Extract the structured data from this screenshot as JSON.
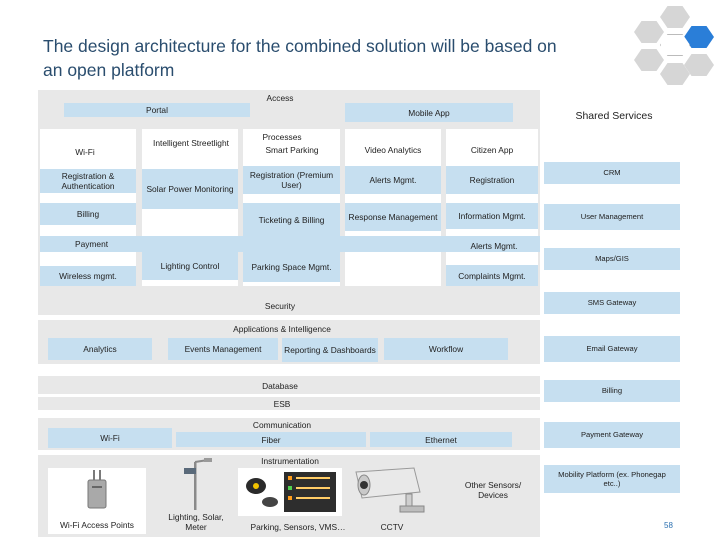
{
  "title": "The design architecture for the combined solution will be based on an open platform",
  "page_number": "58",
  "colors": {
    "band": "#e8e8e8",
    "box": "#c6dff0",
    "title": "#2a4d6e",
    "hex_accent": "#2a7ed8",
    "hex_gray": "#d6d6d6"
  },
  "hex_icons": [
    "hex-top",
    "hex-left-1",
    "hex-right-accent",
    "hex-center-icon",
    "hex-left-2",
    "hex-right-2",
    "hex-bottom"
  ],
  "diagram": {
    "access": {
      "title": "Access",
      "portal": "Portal",
      "mobile_app": "Mobile App",
      "wifi": "Wi-Fi",
      "registration_auth": "Registration & Authentication",
      "billing": "Billing",
      "payment": "Payment",
      "wireless_mgmt": "Wireless mgmt.",
      "intelligent_streetlight": "Intelligent Streetlight",
      "solar_power": "Solar Power Monitoring",
      "lighting_control": "Lighting Control",
      "processes": "Processes",
      "smart_parking": "Smart Parking",
      "registration_premium": "Registration (Premium User)",
      "ticketing_billing": "Ticketing & Billing",
      "parking_space": "Parking Space Mgmt.",
      "video_analytics": "Video Analytics",
      "alerts_mgmt_1": "Alerts Mgmt.",
      "response_mgmt": "Response Management",
      "citizen_app": "Citizen App",
      "registration": "Registration",
      "information_mgmt": "Information Mgmt.",
      "alerts_mgmt_2": "Alerts Mgmt.",
      "complaints_mgmt": "Complaints Mgmt."
    },
    "security": "Security",
    "applications": {
      "title": "Applications & Intelligence",
      "analytics": "Analytics",
      "events_mgmt": "Events Management",
      "reporting": "Reporting & Dashboards",
      "workflow": "Workflow"
    },
    "database": "Database",
    "esb": "ESB",
    "communication": {
      "title": "Communication",
      "wifi": "Wi-Fi",
      "fiber": "Fiber",
      "ethernet": "Ethernet"
    },
    "instrumentation": {
      "title": "Instrumentation",
      "wifi_access_points": "Wi-Fi Access Points",
      "lighting": "Lighting, Solar, Meter",
      "parking": "Parking, Sensors, VMS…",
      "cctv": "CCTV",
      "other_sensors": "Other Sensors/ Devices"
    }
  },
  "shared_services": {
    "title": "Shared Services",
    "items": [
      "CRM",
      "User Management",
      "Maps/GIS",
      "SMS Gateway",
      "Email Gateway",
      "Billing",
      "Payment Gateway",
      "Mobility Platform (ex. Phonegap etc..)"
    ]
  }
}
